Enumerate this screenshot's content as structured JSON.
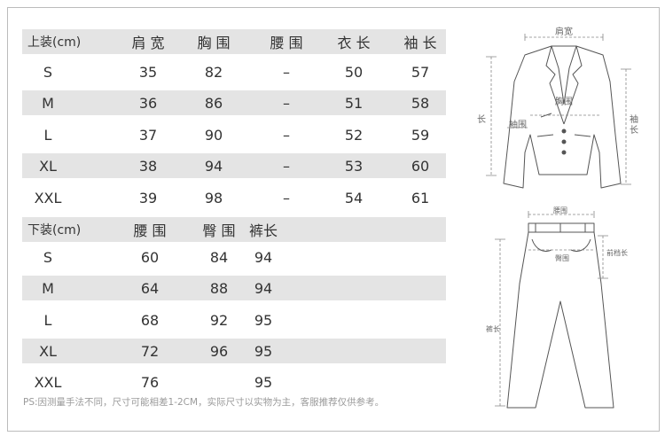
{
  "tops": {
    "headers": [
      "上装(cm)",
      "肩 宽",
      "胸 围",
      "腰 围",
      "衣 长",
      "袖 长"
    ],
    "rows": [
      [
        "S",
        "35",
        "82",
        "–",
        "50",
        "57"
      ],
      [
        "M",
        "36",
        "86",
        "–",
        "51",
        "58"
      ],
      [
        "L",
        "37",
        "90",
        "–",
        "52",
        "59"
      ],
      [
        "XL",
        "38",
        "94",
        "–",
        "53",
        "60"
      ],
      [
        "XXL",
        "39",
        "98",
        "–",
        "54",
        "61"
      ]
    ]
  },
  "bottoms": {
    "headers": [
      "下装(cm)",
      "腰 围",
      "臀 围",
      "裤长"
    ],
    "rows": [
      [
        "S",
        "60",
        "84",
        "94"
      ],
      [
        "M",
        "64",
        "88",
        "94"
      ],
      [
        "L",
        "68",
        "92",
        "95"
      ],
      [
        "XL",
        "72",
        "96",
        "95"
      ],
      [
        "XXL",
        "76",
        "",
        "95"
      ]
    ]
  },
  "note": "PS:因测量手法不同，尺寸可能相差1-2CM，实际尺寸以实物为主，客服推荐仅供参考。",
  "jacket_labels": {
    "shoulder": "肩宽",
    "chest": "胸围",
    "length": "长",
    "waist": "袖围",
    "sleeve": "袖\n长"
  },
  "pants_labels": {
    "waist": "腰围",
    "front_rise": "前档长",
    "hip": "臀围",
    "length": "裤长"
  }
}
